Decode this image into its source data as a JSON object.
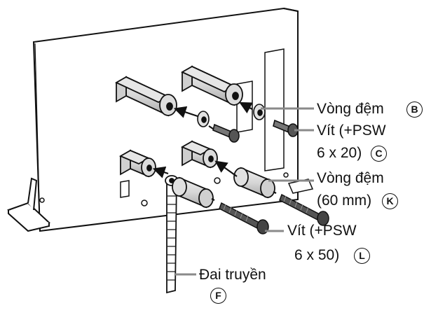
{
  "labels": {
    "spacer_b": {
      "text": "Vòng đệm",
      "letter": "B"
    },
    "screw_c": {
      "line1": "Vít (+PSW",
      "line2": "6 x 20)",
      "letter": "C"
    },
    "spacer_k": {
      "line1": "Vòng đệm",
      "line2": "(60 mm)",
      "letter": "K"
    },
    "screw_l": {
      "line1": "Vít (+PSW",
      "line2": "6 x 50)",
      "letter": "L"
    },
    "belt_f": {
      "text": "Đai truyền",
      "letter": "F"
    }
  },
  "colors": {
    "line": "#111111",
    "part_fill": "#d9d9d9",
    "part_shade": "#bdbdbd",
    "leader": "#8a8a8a"
  }
}
